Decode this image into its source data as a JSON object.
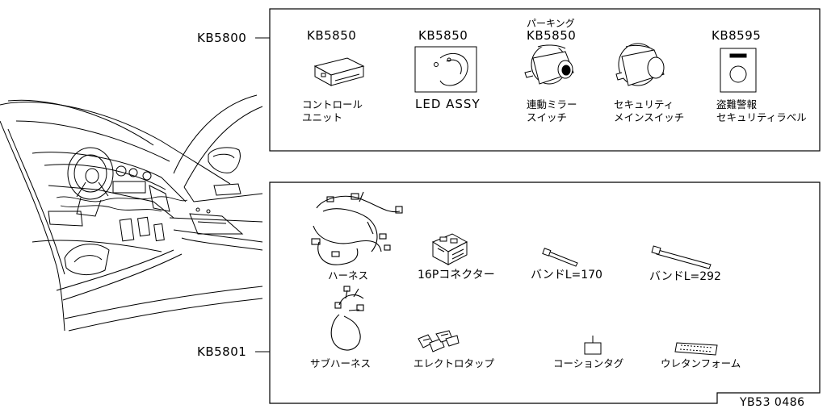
{
  "group_codes": {
    "upper": "KB5800",
    "lower": "KB5801"
  },
  "upper_parts": [
    {
      "code": "KB5850",
      "name_line1": "コントロール",
      "name_line2": "ユニット",
      "icon": "control-unit-icon"
    },
    {
      "code": "KB5850",
      "name_line1": "LED ASSY",
      "name_line2": "",
      "icon": "led-assy-icon"
    },
    {
      "code": "KB5850",
      "code_prefix": "パーキング",
      "name_line1": "連動ミラー",
      "name_line2": "スイッチ",
      "icon": "mirror-switch-icon"
    },
    {
      "code": "",
      "name_line1": "セキュリティ",
      "name_line2": "メインスイッチ",
      "icon": "security-main-switch-icon"
    },
    {
      "code": "KB8595",
      "name_line1": "盗難警報",
      "name_line2": "セキュリティラベル",
      "icon": "security-label-icon"
    }
  ],
  "lower_parts": [
    {
      "name": "ハーネス",
      "icon": "harness-icon"
    },
    {
      "name": "16Pコネクター",
      "icon": "connector-16p-icon"
    },
    {
      "name": "バンドL=170",
      "icon": "band-170-icon"
    },
    {
      "name": "バンドL=292",
      "icon": "band-292-icon"
    },
    {
      "name": "サブハーネス",
      "icon": "sub-harness-icon"
    },
    {
      "name": "エレクトロタップ",
      "icon": "electro-tap-icon"
    },
    {
      "name": "コーションタグ",
      "icon": "caution-tag-icon"
    },
    {
      "name": "ウレタンフォーム",
      "icon": "urethane-foam-icon"
    }
  ],
  "diagram_id": "YB53 0486"
}
